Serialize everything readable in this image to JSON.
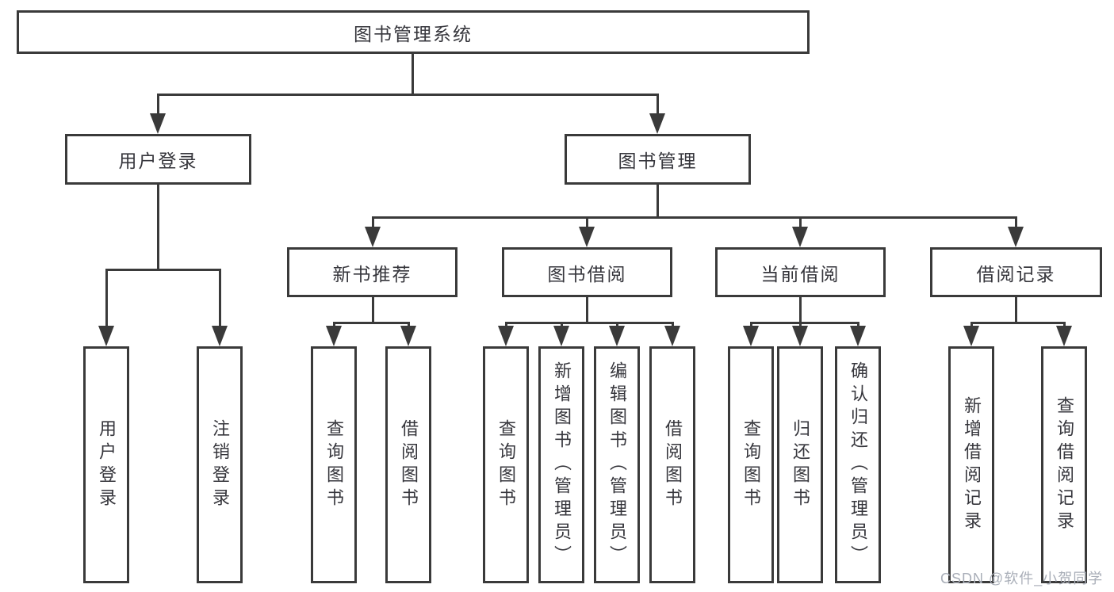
{
  "diagram": {
    "root": {
      "label": "图书管理系统",
      "children": [
        {
          "label": "用户登录",
          "children": [
            {
              "label": "用户登录"
            },
            {
              "label": "注销登录"
            }
          ]
        },
        {
          "label": "图书管理",
          "children": [
            {
              "label": "新书推荐",
              "children": [
                {
                  "label": "查询图书"
                },
                {
                  "label": "借阅图书"
                }
              ]
            },
            {
              "label": "图书借阅",
              "children": [
                {
                  "label": "查询图书"
                },
                {
                  "label": "新增图书（管理员）"
                },
                {
                  "label": "编辑图书（管理员）"
                },
                {
                  "label": "借阅图书"
                }
              ]
            },
            {
              "label": "当前借阅",
              "children": [
                {
                  "label": "查询图书"
                },
                {
                  "label": "归还图书"
                },
                {
                  "label": "确认归还（管理员）"
                }
              ]
            },
            {
              "label": "借阅记录",
              "children": [
                {
                  "label": "新增借阅记录"
                },
                {
                  "label": "查询借阅记录"
                }
              ]
            }
          ]
        }
      ]
    }
  },
  "watermark": {
    "text": "CSDN @软件_小贺同学",
    "color": "#a9aeb8"
  },
  "colors": {
    "line": "#3a3a3a",
    "text": "#36363c",
    "background": "#ffffff"
  }
}
